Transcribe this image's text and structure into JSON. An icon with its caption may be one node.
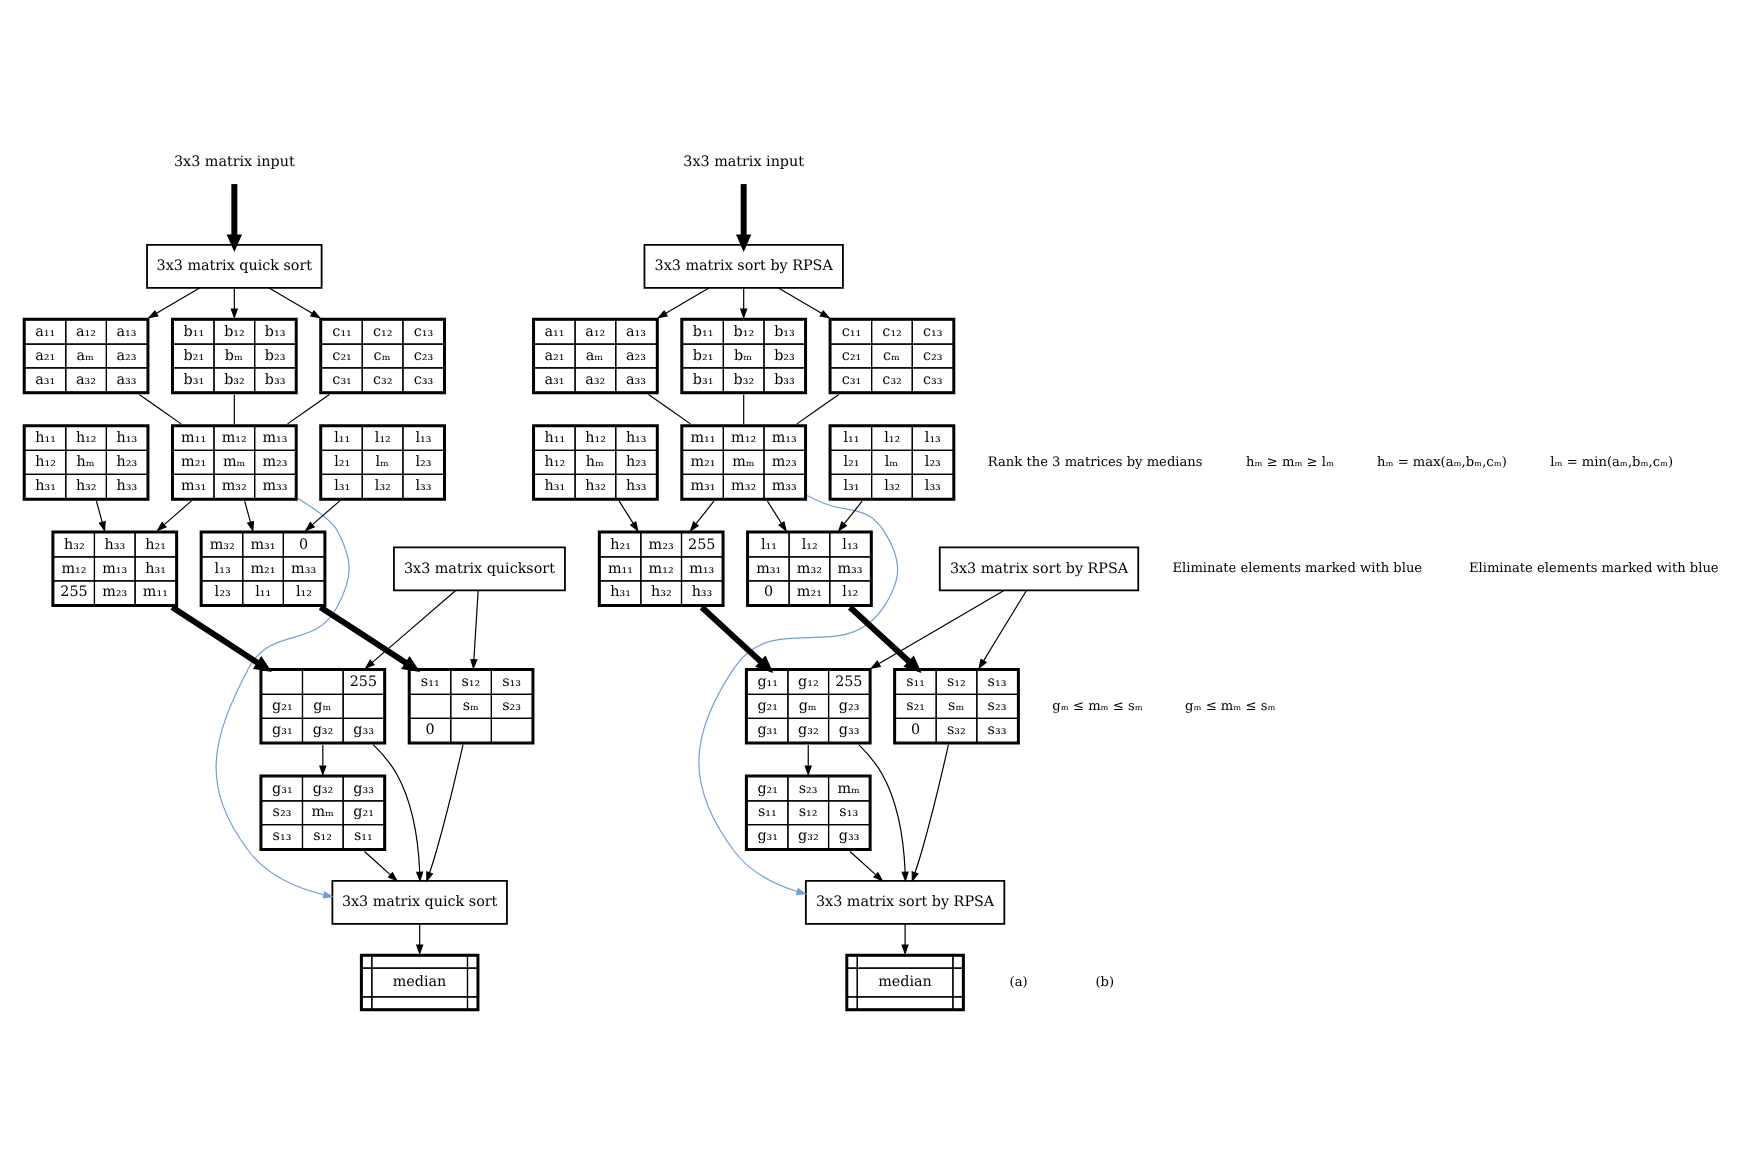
{
  "diagram": {
    "nodes": [
      {
        "text": [
          "3x3 matrix input"
        ]
      },
      {
        "text": [
          "3x3 matrix quick sort"
        ]
      },
      {
        "text": [
          "a₁₁",
          "a₁₂",
          "a₁₃",
          "a₂₁",
          "aₘ",
          "a₂₃",
          "a₃₁",
          "a₃₂",
          "a₃₃"
        ]
      },
      {
        "text": [
          "b₁₁",
          "b₁₂",
          "b₁₃",
          "b₂₁",
          "bₘ",
          "b₂₃",
          "b₃₁",
          "b₃₂",
          "b₃₃"
        ]
      },
      {
        "text": [
          "c₁₁",
          "c₁₂",
          "c₁₃",
          "c₂₁",
          "cₘ",
          "c₂₃",
          "c₃₁",
          "c₃₂",
          "c₃₃"
        ]
      },
      {
        "text": [
          "h₁₁",
          "h₁₂",
          "h₁₃",
          "h₁₂",
          "hₘ",
          "h₂₃",
          "h₃₁",
          "h₃₂",
          "h₃₃"
        ]
      },
      {
        "text": [
          "m₁₁",
          "m₁₂",
          "m₁₃",
          "m₂₁",
          "mₘ",
          "m₂₃",
          "m₃₁",
          "m₃₂",
          "m₃₃"
        ]
      },
      {
        "text": [
          "l₁₁",
          "l₁₂",
          "l₁₃",
          "l₂₁",
          "lₘ",
          "l₂₃",
          "l₃₁",
          "l₃₂",
          "l₃₃"
        ]
      },
      {
        "text": [
          "h₃₂",
          "h₃₃",
          "h₂₁",
          "m₁₂",
          "m₁₃",
          "h₃₁",
          "255",
          "m₂₃",
          "m₁₁"
        ]
      },
      {
        "text": [
          "m₃₂",
          "m₃₁",
          "0",
          "l₁₃",
          "m₂₁",
          "m₃₃",
          "l₂₃",
          "l₁₁",
          "l₁₂"
        ]
      },
      {
        "text": [
          "3x3 matrix quicksort"
        ]
      },
      {
        "text": [
          "255",
          "g₂₁",
          "gₘ",
          "g₃₁",
          "g₃₂",
          "g₃₃"
        ]
      },
      {
        "text": [
          "s₁₁",
          "s₁₂",
          "s₁₃",
          "sₘ",
          "s₂₃",
          "0"
        ]
      },
      {
        "text": [
          "g₃₁",
          "g₃₂",
          "g₃₃",
          "s₂₃",
          "mₘ",
          "g₂₁",
          "s₁₃",
          "s₁₂",
          "s₁₁"
        ]
      },
      {
        "text": [
          "3x3 matrix quick sort"
        ]
      },
      {
        "text": [
          "median"
        ]
      },
      {
        "text": [
          "3x3 matrix input"
        ]
      },
      {
        "text": [
          "3x3 matrix sort by RPSA"
        ]
      },
      {
        "text": [
          "a₁₁",
          "a₁₂",
          "a₁₃",
          "a₂₁",
          "aₘ",
          "a₂₃",
          "a₃₁",
          "a₃₂",
          "a₃₃"
        ]
      },
      {
        "text": [
          "b₁₁",
          "b₁₂",
          "b₁₃",
          "b₂₁",
          "bₘ",
          "b₂₃",
          "b₃₁",
          "b₃₂",
          "b₃₃"
        ]
      },
      {
        "text": [
          "c₁₁",
          "c₁₂",
          "c₁₃",
          "c₂₁",
          "cₘ",
          "c₂₃",
          "c₃₁",
          "c₃₂",
          "c₃₃"
        ]
      },
      {
        "text": [
          "h₁₁",
          "h₁₂",
          "h₁₃",
          "h₁₂",
          "hₘ",
          "h₂₃",
          "h₃₁",
          "h₃₂",
          "h₃₃"
        ]
      },
      {
        "text": [
          "m₁₁",
          "m₁₂",
          "m₁₃",
          "m₂₁",
          "mₘ",
          "m₂₃",
          "m₃₁",
          "m₃₂",
          "m₃₃"
        ]
      },
      {
        "text": [
          "l₁₁",
          "l₁₂",
          "l₁₃",
          "l₂₁",
          "lₘ",
          "l₂₃",
          "l₃₁",
          "l₃₂",
          "l₃₃"
        ]
      },
      {
        "text": [
          "h₂₁",
          "m₂₃",
          "255",
          "m₁₁",
          "m₁₂",
          "m₁₃",
          "h₃₁",
          "h₃₂",
          "h₃₃"
        ]
      },
      {
        "text": [
          "l₁₁",
          "l₁₂",
          "l₁₃",
          "m₃₁",
          "m₃₂",
          "m₃₃",
          "0",
          "m₂₁",
          "l₁₂"
        ]
      },
      {
        "text": [
          "3x3 matrix sort by RPSA"
        ]
      },
      {
        "text": [
          "g₁₁",
          "g₁₂",
          "255",
          "g₂₁",
          "gₘ",
          "g₂₃",
          "g₃₁",
          "g₃₂",
          "g₃₃"
        ]
      },
      {
        "text": [
          "s₁₁",
          "s₁₂",
          "s₁₃",
          "s₂₁",
          "sₘ",
          "s₂₃",
          "0",
          "s₃₂",
          "s₃₃"
        ]
      },
      {
        "text": [
          "g₂₁",
          "s₂₃",
          "mₘ",
          "s₁₁",
          "s₁₂",
          "s₁₃",
          "g₃₁",
          "g₃₂",
          "g₃₃"
        ]
      },
      {
        "text": [
          "3x3 matrix sort by RPSA"
        ]
      },
      {
        "text": [
          "median"
        ]
      }
    ],
    "edges": [
      {
        "from": 0,
        "to": 1,
        "arrow": "to",
        "style": "thick"
      },
      {
        "from": 1,
        "to": 2,
        "arrow": "to"
      },
      {
        "from": 1,
        "to": 3,
        "arrow": "to"
      },
      {
        "from": 1,
        "to": 4,
        "arrow": "to"
      },
      {
        "from": 2,
        "to": 6,
        "arrow": "none"
      },
      {
        "from": 3,
        "to": 6,
        "arrow": "none"
      },
      {
        "from": 4,
        "to": 6,
        "arrow": "none"
      },
      {
        "from": 5,
        "to": 8,
        "arrow": "to"
      },
      {
        "from": 6,
        "to": 8,
        "arrow": "to"
      },
      {
        "from": 6,
        "to": 9,
        "arrow": "to"
      },
      {
        "from": 7,
        "to": 9,
        "arrow": "to"
      },
      {
        "from": 6,
        "to": 14,
        "arrow": "to",
        "color": "#6f9fd8"
      },
      {
        "from": 8,
        "to": 11,
        "arrow": "to",
        "style": "thick"
      },
      {
        "from": 9,
        "to": 12,
        "arrow": "to",
        "style": "thick"
      },
      {
        "from": 10,
        "to": 11,
        "arrow": "to"
      },
      {
        "from": 10,
        "to": 12,
        "arrow": "to"
      },
      {
        "from": 11,
        "to": 13,
        "arrow": "to"
      },
      {
        "from": 11,
        "to": 14,
        "arrow": "to"
      },
      {
        "from": 12,
        "to": 14,
        "arrow": "to"
      },
      {
        "from": 13,
        "to": 14,
        "arrow": "to"
      },
      {
        "from": 14,
        "to": 15,
        "arrow": "to"
      },
      {
        "from": 16,
        "to": 17,
        "arrow": "to",
        "style": "thick"
      },
      {
        "from": 17,
        "to": 18,
        "arrow": "to"
      },
      {
        "from": 17,
        "to": 19,
        "arrow": "to"
      },
      {
        "from": 17,
        "to": 20,
        "arrow": "to"
      },
      {
        "from": 18,
        "to": 22,
        "arrow": "none"
      },
      {
        "from": 19,
        "to": 22,
        "arrow": "none"
      },
      {
        "from": 20,
        "to": 22,
        "arrow": "none"
      },
      {
        "from": 21,
        "to": 24,
        "arrow": "to"
      },
      {
        "from": 22,
        "to": 24,
        "arrow": "to"
      },
      {
        "from": 22,
        "to": 25,
        "arrow": "to"
      },
      {
        "from": 23,
        "to": 25,
        "arrow": "to"
      },
      {
        "from": 22,
        "to": 30,
        "arrow": "to",
        "color": "#6f9fd8"
      },
      {
        "from": 24,
        "to": 27,
        "arrow": "to",
        "style": "thick"
      },
      {
        "from": 25,
        "to": 28,
        "arrow": "to",
        "style": "thick"
      },
      {
        "from": 26,
        "to": 27,
        "arrow": "to"
      },
      {
        "from": 26,
        "to": 28,
        "arrow": "to"
      },
      {
        "from": 27,
        "to": 29,
        "arrow": "to"
      },
      {
        "from": 27,
        "to": 30,
        "arrow": "to"
      },
      {
        "from": 28,
        "to": 30,
        "arrow": "to"
      },
      {
        "from": 29,
        "to": 30,
        "arrow": "to"
      },
      {
        "from": 30,
        "to": 31,
        "arrow": "to"
      }
    ],
    "labels": [
      "Rank the 3 matrices by medians",
      "hₘ ≥ mₘ ≥ lₘ",
      "Eliminate elements marked with blue",
      "gₘ ≤ mₘ ≤ sₘ",
      "(a)",
      "hₘ = max(aₘ,bₘ,cₘ)",
      "lₘ = min(aₘ,bₘ,cₘ)",
      "Eliminate elements marked with blue",
      "gₘ ≤ mₘ ≤ sₘ",
      "(b)"
    ]
  }
}
